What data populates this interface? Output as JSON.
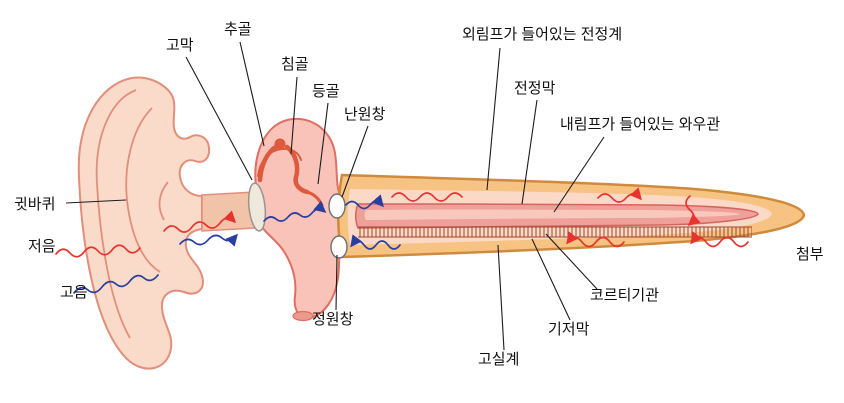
{
  "labels": {
    "auricle": "귓바퀴",
    "low_sound": "저음",
    "high_sound": "고음",
    "eardrum": "고막",
    "malleus": "추골",
    "incus": "침골",
    "stapes": "등골",
    "oval_window": "난원창",
    "round_window": "정원창",
    "scala_vestibuli": "외림프가 들어있는 전정계",
    "vestibular_membrane": "전정막",
    "cochlear_duct": "내림프가 들어있는 와우관",
    "organ_of_corti": "코르티기관",
    "basilar_membrane": "기저막",
    "scala_tympani": "고실계",
    "apex": "첨부"
  },
  "colors": {
    "background": "#ffffff",
    "skin": "#fadbc9",
    "skin_outline": "#e18e7b",
    "ear_canal": "#f1c3a8",
    "middle_ear": "#f9c3b9",
    "middle_ear_outline": "#e06e62",
    "eustachian_opening": "#eb9b8d",
    "ossicle": "#dd5a3c",
    "eardrum_fill": "#efe8dd",
    "eardrum_outline": "#9b948a",
    "cochlea_wall": "#f7c382",
    "cochlea_wall_outline": "#cf8a3e",
    "cochlea_interior": "#fcd9c6",
    "cochlear_duct": "#f0a09a",
    "cochlear_duct_outline": "#d4655e",
    "duct_core": "#f8c8bd",
    "comb": "#9c4730",
    "window_fill": "#ffffff",
    "window_outline": "#6f6f6f",
    "wave_low_red": "#e8322e",
    "wave_high_blue": "#2b3fa0",
    "leader_line": "#1c1c1c",
    "label_text": "#111111"
  }
}
